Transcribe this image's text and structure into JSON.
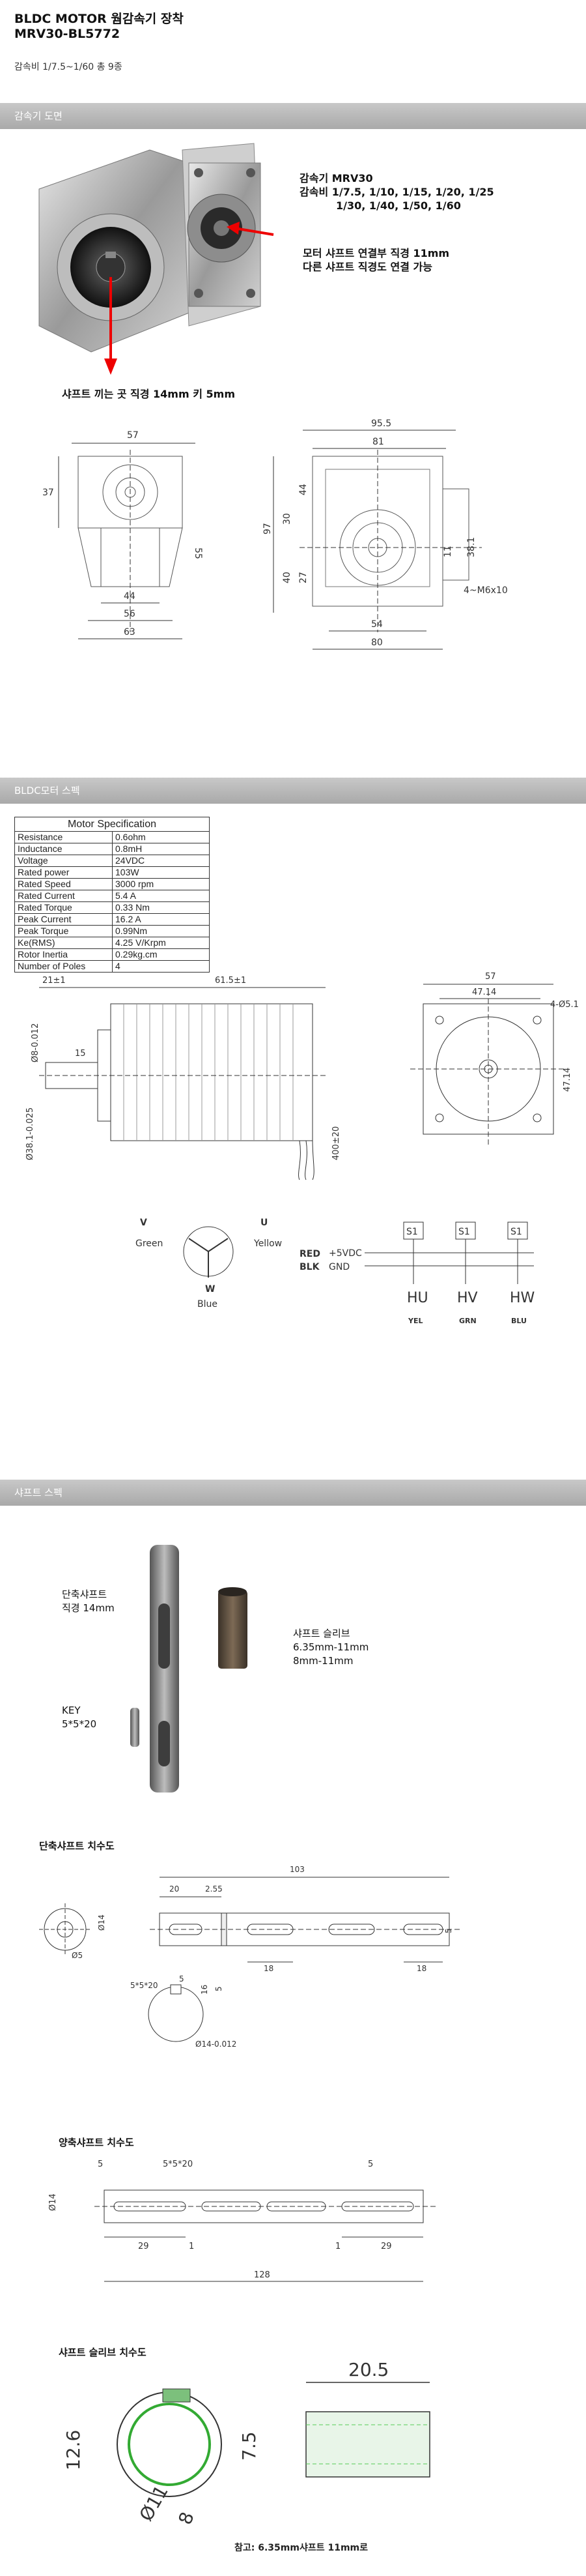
{
  "header": {
    "title_line1": "BLDC MOTOR 웜감속기 장착",
    "title_line2": "MRV30-BL5772",
    "subtitle": "감속비 1/7.5~1/60 총 9종"
  },
  "sections": {
    "reducer_drawing": "감속기 도면",
    "bldc_spec": "BLDC모터 스펙",
    "shaft_spec": "샤프트 스펙"
  },
  "reducer": {
    "model_line": "감속기 MRV30",
    "ratio_line1": "감속비 1/7.5, 1/10, 1/15, 1/20, 1/25",
    "ratio_line2": "1/30, 1/40, 1/50, 1/60",
    "motor_shaft_line1": "모터 샤프트 연결부 직경 11mm",
    "motor_shaft_line2": "다른 샤프트 직경도 연결 가능",
    "output_shaft": "샤프트 끼는 곳 직경 14mm 키 5mm",
    "dims": [
      "57",
      "37",
      "55",
      "44",
      "56",
      "63",
      "95.5",
      "81",
      "80",
      "97",
      "30",
      "40",
      "27",
      "44",
      "11",
      "38.1",
      "54",
      "4~M6x10"
    ]
  },
  "motor_spec": {
    "header": "Motor Specification",
    "rows": [
      {
        "label": "Resistance",
        "value": "0.6ohm"
      },
      {
        "label": "Inductance",
        "value": "0.8mH"
      },
      {
        "label": "Voltage",
        "value": "24VDC"
      },
      {
        "label": "Rated power",
        "value": "103W"
      },
      {
        "label": "Rated Speed",
        "value": "3000 rpm"
      },
      {
        "label": "Rated Current",
        "value": "5.4 A"
      },
      {
        "label": "Rated Torque",
        "value": "0.33 Nm"
      },
      {
        "label": "Peak Current",
        "value": "16.2 A"
      },
      {
        "label": "Peak Torque",
        "value": "0.99Nm"
      },
      {
        "label": "Ke(RMS)",
        "value": "4.25 V/Krpm"
      },
      {
        "label": "Rotor Inertia",
        "value": "0.29kg.cm"
      },
      {
        "label": "Number of Poles",
        "value": "4"
      }
    ]
  },
  "motor_drawing": {
    "dims": [
      "21±1",
      "61.5±1",
      "Ø8-0.012",
      "15",
      "Ø38.1-0.025",
      "400±20",
      "57",
      "47.14",
      "4-Ø5.1",
      "47.14"
    ]
  },
  "wiring": {
    "V": "V",
    "U": "U",
    "W": "W",
    "green": "Green",
    "yellow": "Yellow",
    "blue": "Blue",
    "red": "RED",
    "blk": "BLK",
    "vdc": "+5VDC",
    "gnd": "GND",
    "s1": "S1",
    "hu": "HU",
    "hv": "HV",
    "hw": "HW",
    "yel": "YEL",
    "grn": "GRN",
    "blu": "BLU"
  },
  "shaft": {
    "single_line1": "단축샤프트",
    "single_line2": "직경 14mm",
    "sleeve_line1": "샤프트 슬리브",
    "sleeve_line2": "6.35mm-11mm",
    "sleeve_line3": "8mm-11mm",
    "key_line1": "KEY",
    "key_line2": "5*5*20",
    "single_dim_title": "단축샤프트 치수도",
    "single_dims": [
      "103",
      "20",
      "2.55",
      "18",
      "18",
      "5",
      "Ø5",
      "Ø14",
      "5*5*20",
      "16",
      "5",
      "Ø14-0.012",
      "5"
    ],
    "double_dim_title": "양축샤프트 치수도",
    "double_dims": [
      "5",
      "5*5*20",
      "5",
      "Ø14",
      "29",
      "1",
      "1",
      "29",
      "128"
    ],
    "sleeve_dim_title": "샤프트 슬리브 치수도",
    "sleeve_dims": [
      "12.6",
      "7.5",
      "Ø11",
      "8",
      "20.5"
    ],
    "note": "참고: 6.35mm샤프트 11mm로"
  }
}
